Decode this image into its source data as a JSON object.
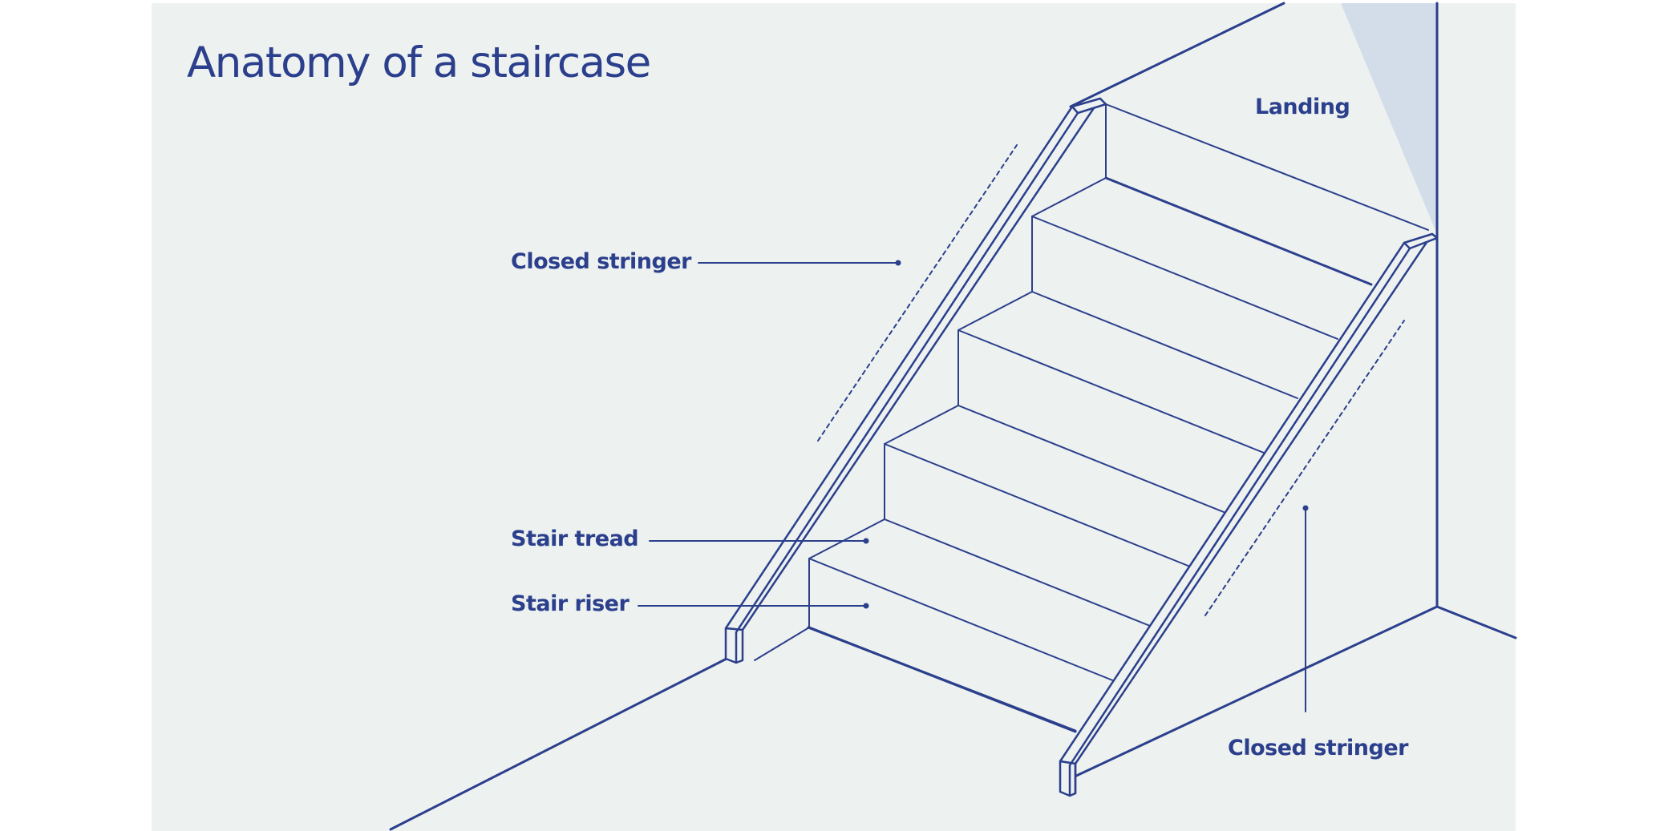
{
  "title": "Anatomy of a staircase",
  "labels": {
    "landing": "Landing",
    "closed_stringer_upper": "Closed stringer",
    "stair_tread": "Stair tread",
    "stair_riser": "Stair riser",
    "closed_stringer_lower": "Closed stringer"
  },
  "colors": {
    "background": "#ffffff",
    "panel": "#edf1f0",
    "ink": "#2b3f8c",
    "light_beam": "#d3dce9"
  }
}
